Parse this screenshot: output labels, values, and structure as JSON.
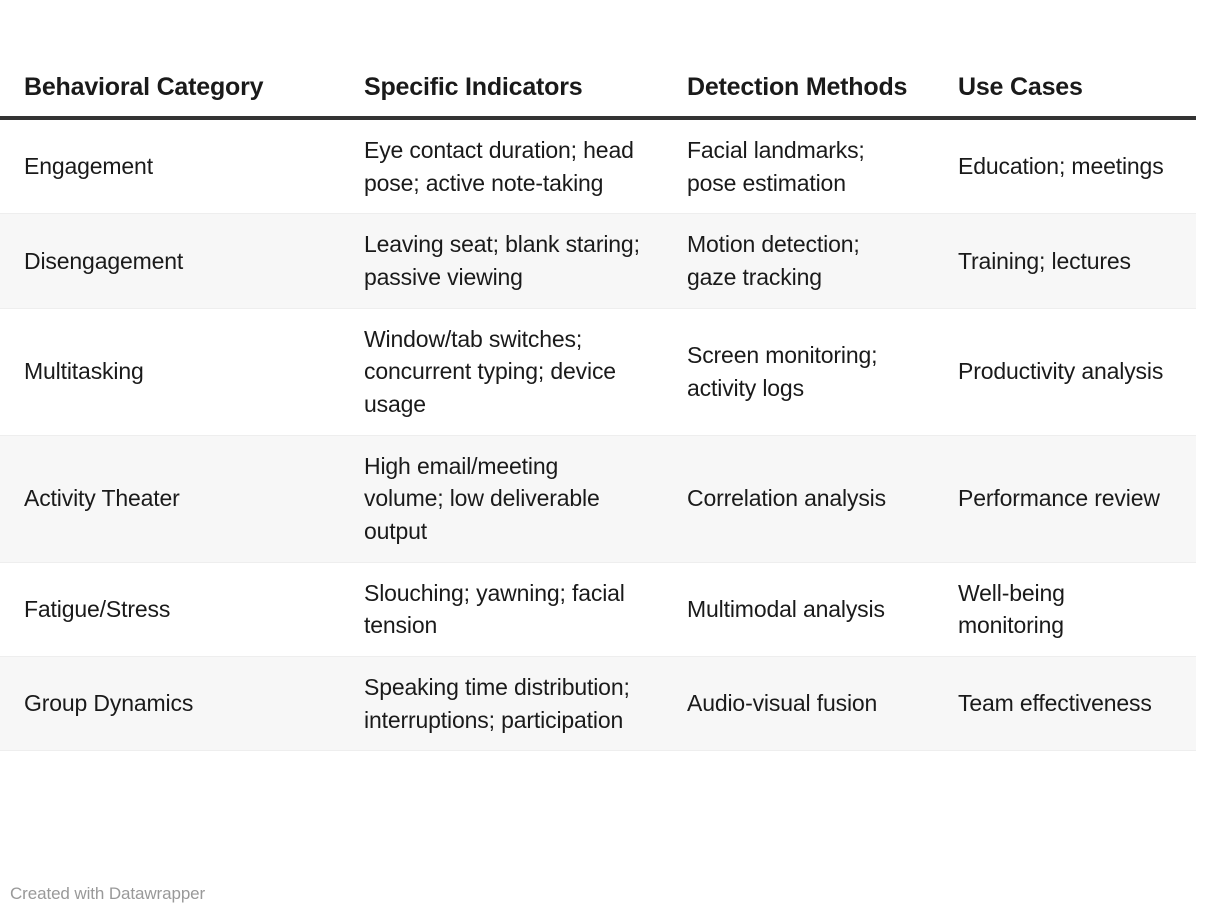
{
  "table": {
    "columns": [
      {
        "label": "Behavioral Category"
      },
      {
        "label": "Specific Indicators"
      },
      {
        "label": "Detection Methods"
      },
      {
        "label": "Use Cases"
      }
    ],
    "rows": [
      {
        "category": "Engagement",
        "indicators": "Eye contact duration; head pose; active note-taking",
        "methods": "Facial landmarks; pose estimation",
        "use_cases": "Education; meetings"
      },
      {
        "category": "Disengagement",
        "indicators": "Leaving seat; blank staring; passive viewing",
        "methods": "Motion detection; gaze tracking",
        "use_cases": "Training; lectures"
      },
      {
        "category": "Multitasking",
        "indicators": "Window/tab switches; concurrent typing; device usage",
        "methods": "Screen monitoring; activity logs",
        "use_cases": "Productivity analysis"
      },
      {
        "category": "Activity Theater",
        "indicators": "High email/meeting volume; low deliverable output",
        "methods": "Correlation analysis",
        "use_cases": "Performance review"
      },
      {
        "category": "Fatigue/Stress",
        "indicators": "Slouching; yawning; facial tension",
        "methods": "Multimodal analysis",
        "use_cases": "Well-being monitoring"
      },
      {
        "category": "Group Dynamics",
        "indicators": "Speaking time distribution; interruptions; participation",
        "methods": "Audio-visual fusion",
        "use_cases": "Team effectiveness"
      }
    ]
  },
  "footer": {
    "credit": "Created with Datawrapper"
  },
  "colors": {
    "header_rule": "#333333",
    "row_divider": "#eeeeee",
    "row_stripe": "#f7f7f7",
    "text": "#1a1a1a",
    "footer_text": "#999999",
    "background": "#ffffff"
  }
}
